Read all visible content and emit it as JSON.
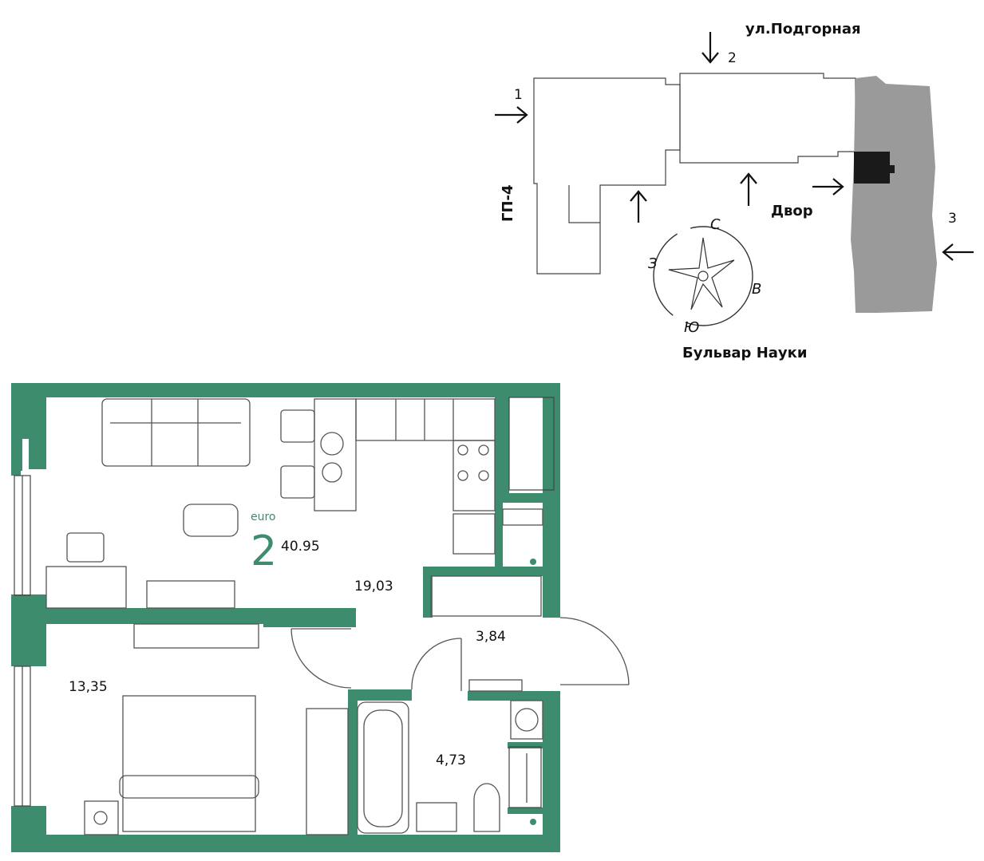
{
  "colors": {
    "wall": "#3d8c6e",
    "building_highlight": "#9a9a9a",
    "section": "#1a1a1a",
    "accent": "#3d8c6e"
  },
  "site_plan": {
    "street_top": "ул.Подгорная",
    "street_bottom": "Бульвар Науки",
    "yard": "Двор",
    "building_label": "ГП-4",
    "entrance_1": "1",
    "entrance_2": "2",
    "entrance_3": "3",
    "compass": {
      "north": "С",
      "east": "В",
      "south": "Ю",
      "west": "З"
    }
  },
  "apartment": {
    "type": "euro",
    "rooms": "2",
    "total_area": "40.95",
    "rooms_areas": {
      "living_kitchen": "19,03",
      "bedroom": "13,35",
      "hall": "3,84",
      "bathroom": "4,73"
    }
  }
}
